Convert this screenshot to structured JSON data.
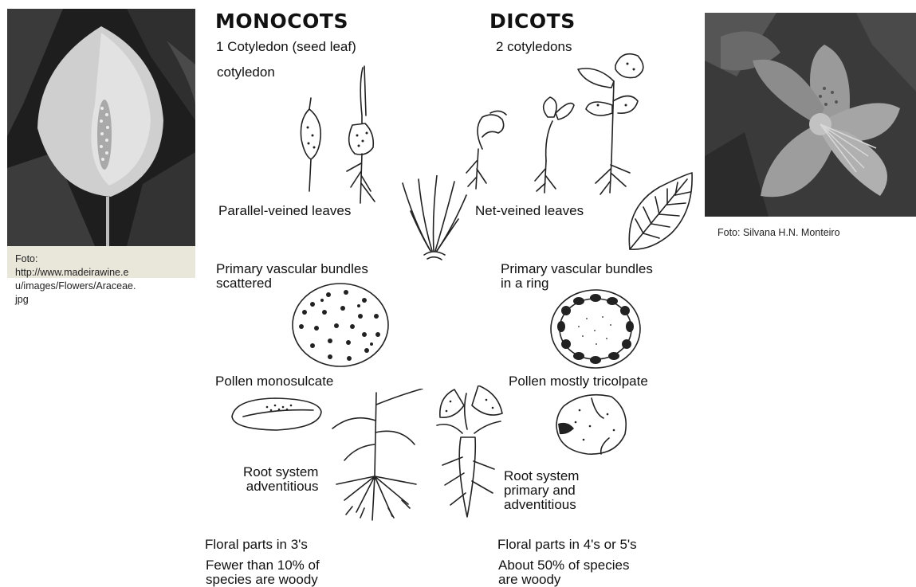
{
  "monocots": {
    "heading": "MONOCOTS",
    "cotyledon": "1 Cotyledon (seed leaf)",
    "cotyledon_sub": "cotyledon",
    "leaves": "Parallel-veined leaves",
    "vascular": "Primary vascular bundles\nscattered",
    "pollen": "Pollen monosulcate",
    "root": "Root system\nadventitious",
    "floral": "Floral parts in 3's",
    "woody": "Fewer than 10% of\nspecies are woody"
  },
  "dicots": {
    "heading": "DICOTS",
    "cotyledon": "2 cotyledons",
    "leaves": "Net-veined leaves",
    "vascular": "Primary vascular bundles\nin a ring",
    "pollen": "Pollen mostly tricolpate",
    "root": "Root system\nprimary and\nadventitious",
    "floral": "Floral parts in 4's or 5's",
    "woody": "About 50% of species\nare woody"
  },
  "photo_left": {
    "caption": "Foto:\nhttp://www.madeirawine.e\nu/images/Flowers/Araceae.\njpg"
  },
  "photo_right": {
    "caption": "Foto: Silvana H.N. Monteiro"
  },
  "colors": {
    "background": "#ffffff",
    "ink": "#222222",
    "caption_box": "#e9e6da"
  }
}
